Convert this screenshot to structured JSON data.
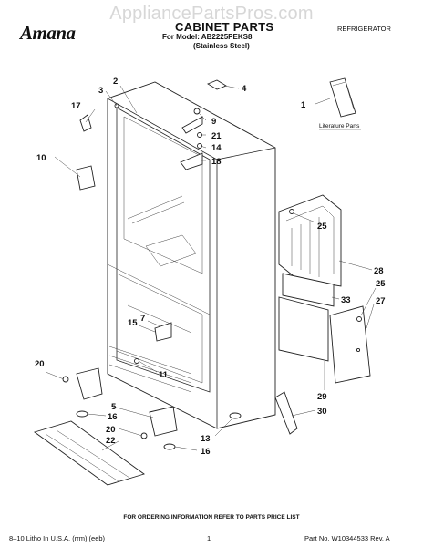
{
  "watermark": "AppliancePartsPros.com",
  "header": {
    "brand": "Amana",
    "title": "CABINET PARTS",
    "model_line": "For Model: AB2225PEKS8",
    "finish_line": "(Stainless Steel)",
    "category": "REFRIGERATOR"
  },
  "diagram": {
    "literature_label": "Literature Parts",
    "callouts": [
      "1",
      "2",
      "3",
      "4",
      "5",
      "7",
      "9",
      "10",
      "11",
      "13",
      "14",
      "15",
      "16",
      "16",
      "17",
      "18",
      "20",
      "20",
      "21",
      "22",
      "25",
      "25",
      "27",
      "28",
      "29",
      "30",
      "33"
    ]
  },
  "footer": {
    "note": "FOR ORDERING INFORMATION REFER TO PARTS PRICE LIST",
    "litho": "8–10 Litho In U.S.A. (rrm) (eeb)",
    "page": "1",
    "part_no": "Part No. W10344533 Rev. A"
  }
}
